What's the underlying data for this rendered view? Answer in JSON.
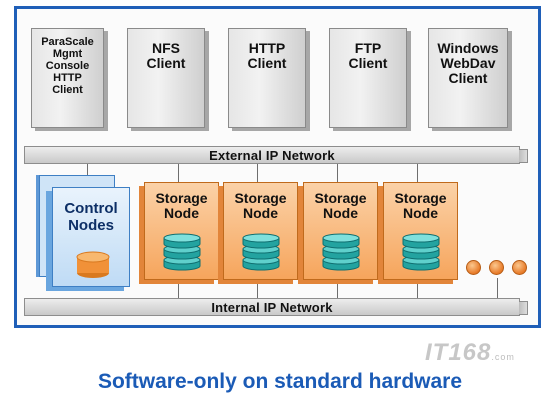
{
  "clients": [
    {
      "label": "ParaScale\nMgmt\nConsole\nHTTP\nClient"
    },
    {
      "label": "NFS\nClient"
    },
    {
      "label": "HTTP\nClient"
    },
    {
      "label": "FTP\nClient"
    },
    {
      "label": "Windows\nWebDav\nClient"
    }
  ],
  "networks": {
    "external": "External IP Network",
    "internal": "Internal IP Network"
  },
  "control_nodes": {
    "label_line1": "Control",
    "label_line2": "Nodes"
  },
  "storage_nodes": [
    {
      "line1": "Storage",
      "line2": "Node"
    },
    {
      "line1": "Storage",
      "line2": "Node"
    },
    {
      "line1": "Storage",
      "line2": "Node"
    },
    {
      "line1": "Storage",
      "line2": "Node"
    }
  ],
  "caption": "Software-only on standard hardware",
  "watermark": {
    "main": "IT168",
    "sub": ".com"
  },
  "colors": {
    "frame_border": "#1f5fb8",
    "caption": "#1b5bb6",
    "storage_node": "#f6a55c",
    "control_node": "#bfdbf5",
    "disk": "#2fb3b0"
  }
}
